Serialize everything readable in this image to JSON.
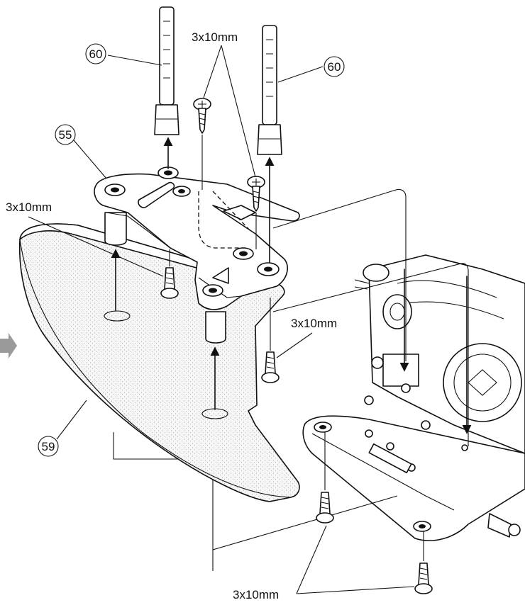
{
  "callouts": {
    "part_60_left": "60",
    "part_60_right": "60",
    "part_55": "55",
    "part_59": "59"
  },
  "screw_labels": {
    "top": "3x10mm",
    "left": "3x10mm",
    "right": "3x10mm",
    "bottom": "3x10mm"
  },
  "colors": {
    "ink": "#111111",
    "foam_fill": "#f2f2f2",
    "part_fill": "#ffffff",
    "gray_arrow": "#9a9a9a"
  }
}
